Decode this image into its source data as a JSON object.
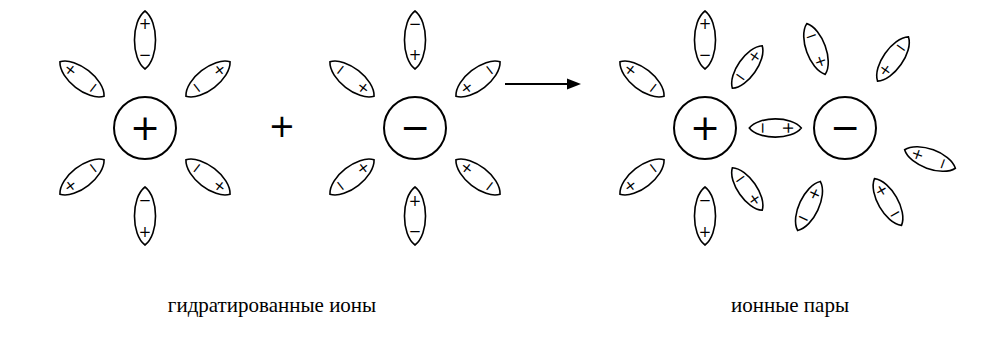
{
  "diagram": {
    "nodes": [
      {
        "text": [
          "+"
        ]
      },
      {
        "text": [
          "+",
          "−"
        ]
      },
      {
        "text": [
          "+",
          "−"
        ]
      },
      {
        "text": [
          "+",
          "−"
        ]
      },
      {
        "text": [
          "+",
          "−"
        ]
      },
      {
        "text": [
          "+",
          "−"
        ]
      },
      {
        "text": [
          "+",
          "−"
        ]
      },
      {
        "text": [
          "−"
        ]
      },
      {
        "text": [
          "+",
          "−"
        ]
      },
      {
        "text": [
          "+",
          "−"
        ]
      },
      {
        "text": [
          "+",
          "−"
        ]
      },
      {
        "text": [
          "+",
          "−"
        ]
      },
      {
        "text": [
          "+",
          "−"
        ]
      },
      {
        "text": [
          "+",
          "−"
        ]
      },
      {
        "text": [
          "+"
        ]
      },
      {
        "text": [
          "+",
          "−"
        ]
      },
      {
        "text": [
          "+",
          "−"
        ]
      },
      {
        "text": [
          "+",
          "−"
        ]
      },
      {
        "text": [
          "+",
          "−"
        ]
      },
      {
        "text": [
          "+",
          "−"
        ]
      },
      {
        "text": [
          "+",
          "−"
        ]
      },
      {
        "text": [
          "+",
          "−"
        ]
      },
      {
        "text": [
          "−"
        ]
      },
      {
        "text": [
          "+",
          "−"
        ]
      },
      {
        "text": [
          "+",
          "−"
        ]
      },
      {
        "text": [
          "+",
          "−"
        ]
      },
      {
        "text": [
          "+",
          "−"
        ]
      },
      {
        "text": [
          "+",
          "−"
        ]
      }
    ],
    "labels": [
      "+",
      "гидратированные ионы",
      "ионные пары"
    ]
  }
}
